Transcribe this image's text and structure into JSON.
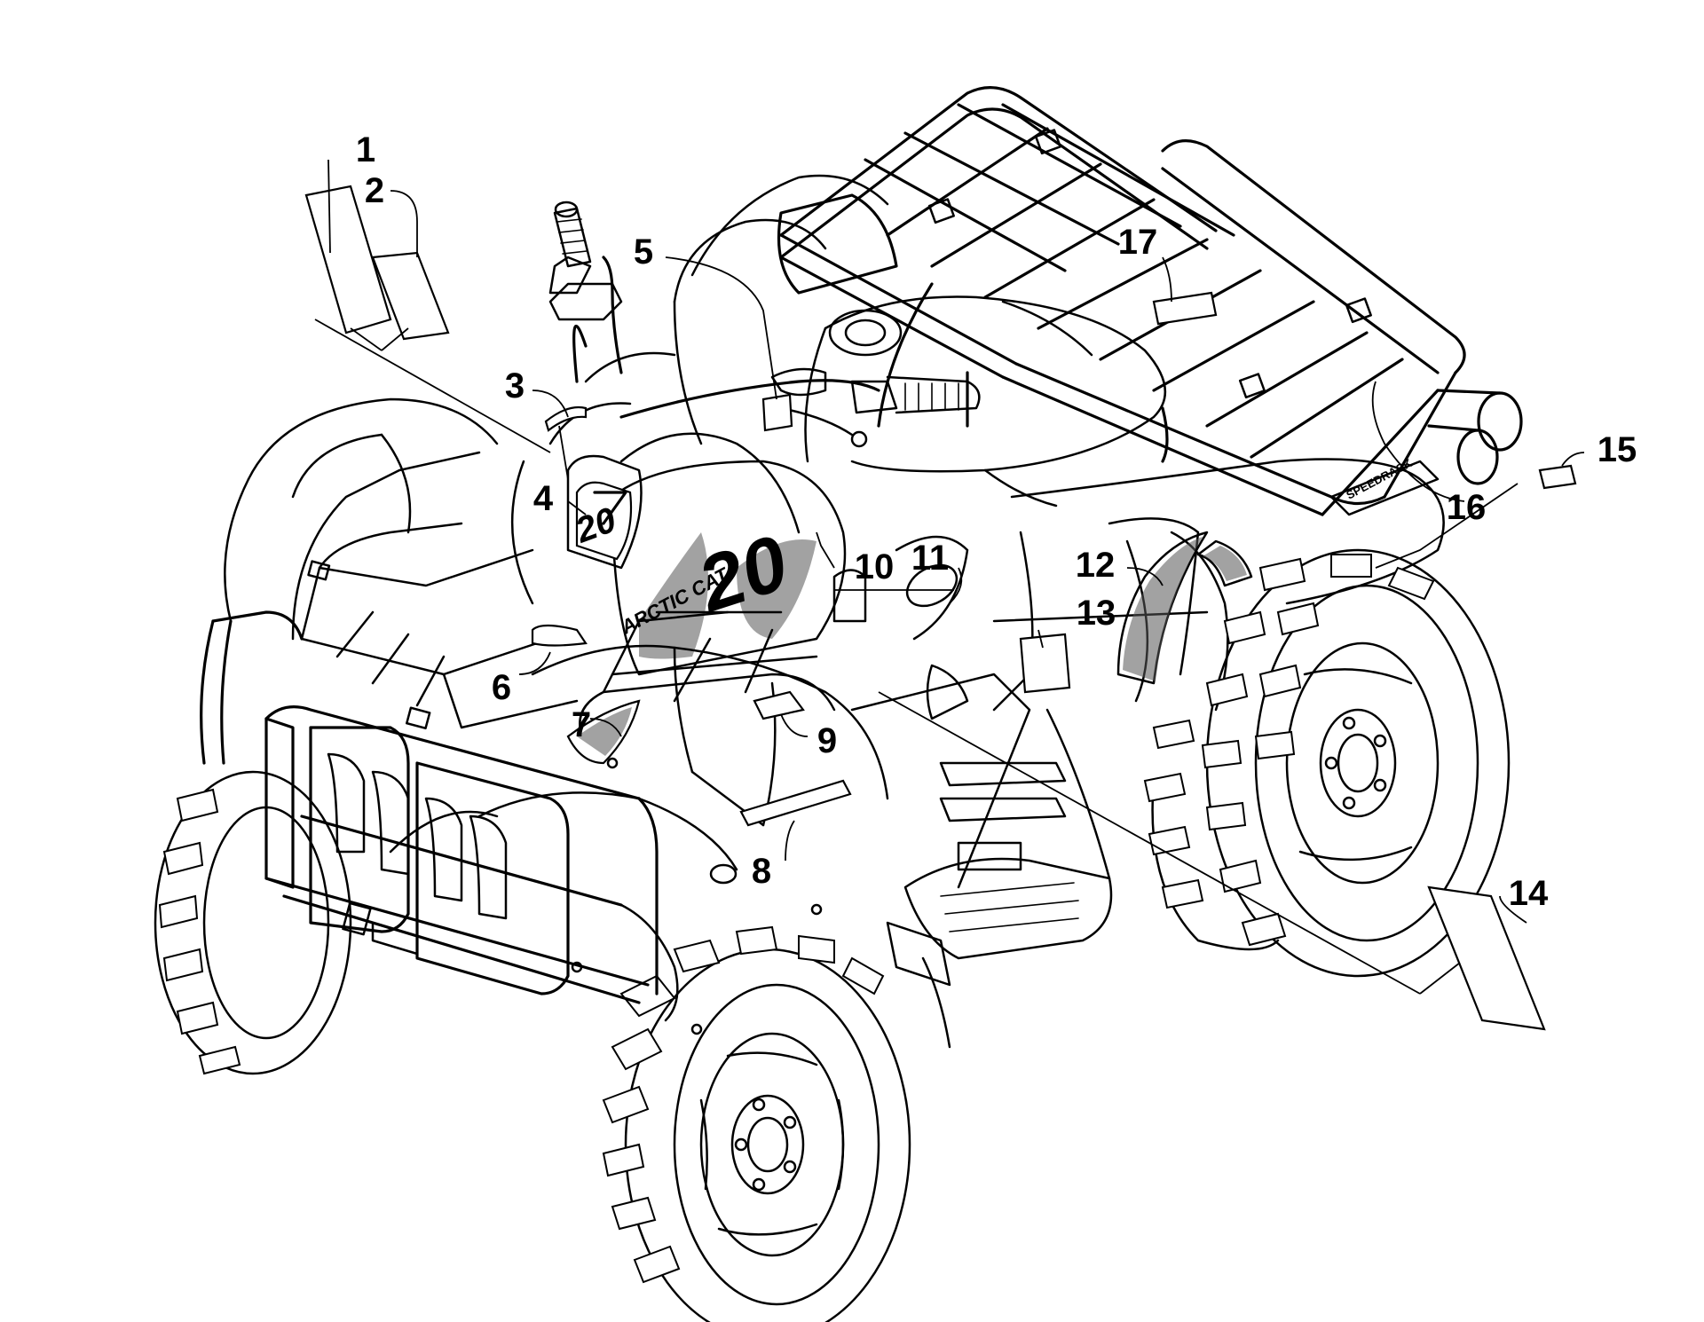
{
  "callouts": [
    {
      "id": "1",
      "label": "1"
    },
    {
      "id": "2",
      "label": "2"
    },
    {
      "id": "3",
      "label": "3"
    },
    {
      "id": "4",
      "label": "4"
    },
    {
      "id": "5",
      "label": "5"
    },
    {
      "id": "6",
      "label": "6"
    },
    {
      "id": "7",
      "label": "7"
    },
    {
      "id": "8",
      "label": "8"
    },
    {
      "id": "9",
      "label": "9"
    },
    {
      "id": "10",
      "label": "10"
    },
    {
      "id": "11",
      "label": "11"
    },
    {
      "id": "12",
      "label": "12"
    },
    {
      "id": "13",
      "label": "13"
    },
    {
      "id": "14",
      "label": "14"
    },
    {
      "id": "15",
      "label": "15"
    },
    {
      "id": "16",
      "label": "16"
    },
    {
      "id": "17",
      "label": "17"
    }
  ],
  "decal_text": {
    "side_brand": "ARCTIC CAT",
    "side_number": "20",
    "pod_number": "20",
    "rack_brand": "SPEEDRACK"
  }
}
